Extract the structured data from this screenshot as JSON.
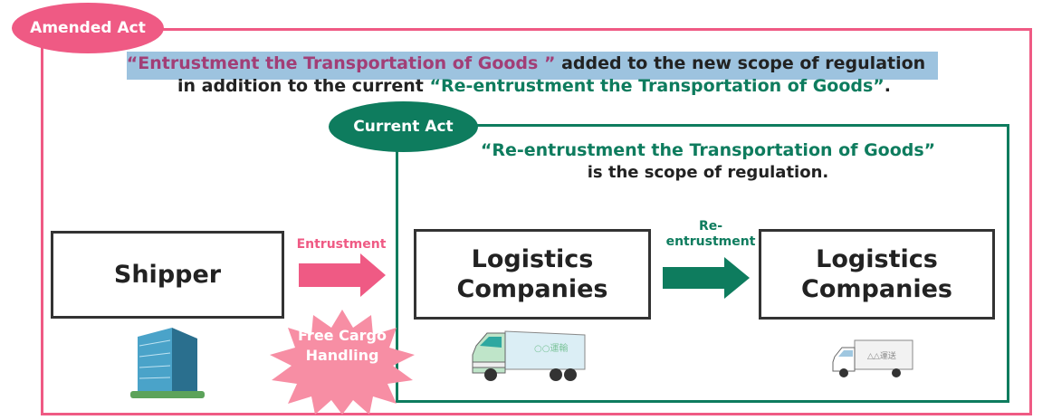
{
  "amended_act": {
    "label": "Amended Act",
    "headline_quote": "“Entrustment the Transportation of Goods ”",
    "headline_rest": " added to the new scope of regulation",
    "line2_prefix": "in addition to the current ",
    "line2_quote": "“Re-entrustment the Transportation of Goods”",
    "line2_suffix": "."
  },
  "current_act": {
    "label": "Current Act",
    "line1": "“Re-entrustment the Transportation of Goods”",
    "line2": "is the scope of regulation."
  },
  "boxes": {
    "shipper": "Shipper",
    "logistics1": "Logistics Companies",
    "logistics2": "Logistics Companies"
  },
  "arrows": {
    "entrustment": "Entrustment",
    "reentrustment": "Re-entrustment"
  },
  "starburst": "Free Cargo Handling",
  "truck_logos": [
    "○○運輸",
    "△△運送"
  ],
  "colors": {
    "pink": "#ef5a84",
    "green": "#0e7c5e",
    "star": "#f78ea4",
    "highlight": "#9dc3df"
  }
}
